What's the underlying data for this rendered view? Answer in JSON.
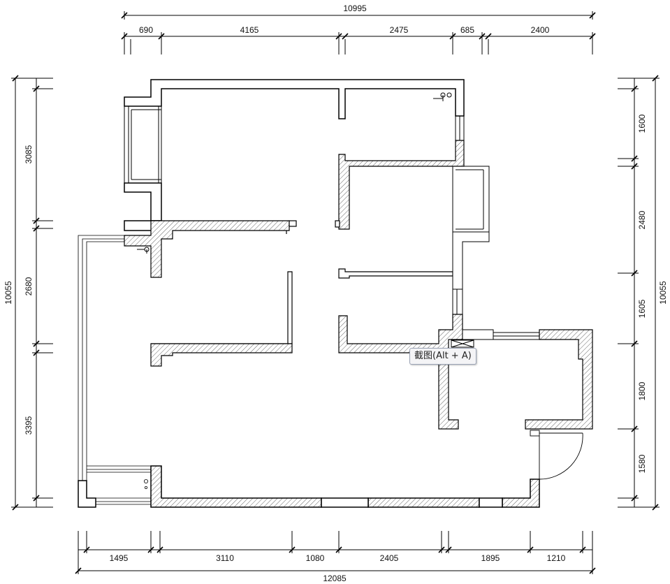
{
  "dimensions": {
    "top_total": "10995",
    "top_segments": [
      "690",
      "4165",
      "2475",
      "685",
      "2400"
    ],
    "bottom_total": "12085",
    "bottom_segments": [
      "1495",
      "3110",
      "1080",
      "2405",
      "1895",
      "1210"
    ],
    "left_total": "10055",
    "left_segments": [
      "3085",
      "2680",
      "3395"
    ],
    "right_total": "10055",
    "right_segments": [
      "1600",
      "2480",
      "1605",
      "1800",
      "1580"
    ]
  },
  "tooltip": {
    "label": "截图(Alt + A)"
  }
}
